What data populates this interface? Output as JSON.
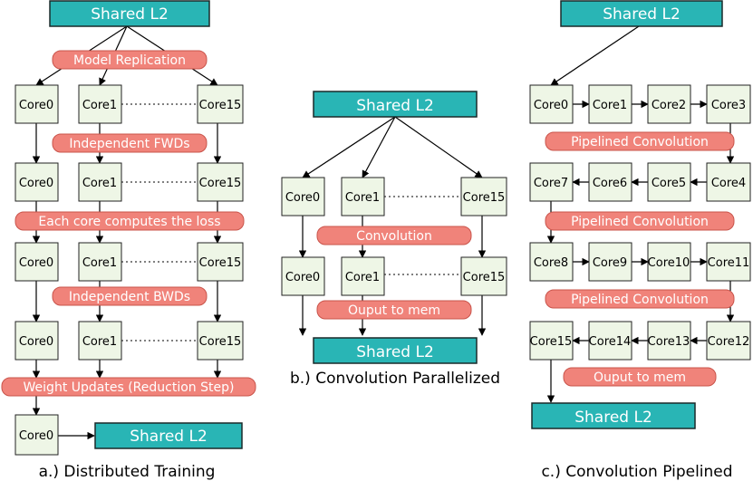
{
  "panel_a": {
    "caption": "a.) Distributed Training",
    "top_l2": "Shared L2",
    "bottom_l2": "Shared L2",
    "steps": [
      "Model Replication",
      "Independent FWDs",
      "Each core computes the loss",
      "Independent BWDs",
      "Weight Updates (Reduction Step)"
    ],
    "cores": [
      "Core0",
      "Core1",
      "Core15"
    ],
    "final_core": "Core0"
  },
  "panel_b": {
    "caption": "b.) Convolution Parallelized",
    "top_l2": "Shared L2",
    "bottom_l2": "Shared L2",
    "steps": [
      "Convolution",
      "Ouput to mem"
    ],
    "cores": [
      "Core0",
      "Core1",
      "Core15"
    ]
  },
  "panel_c": {
    "caption": "c.) Convolution Pipelined",
    "top_l2": "Shared L2",
    "bottom_l2": "Shared L2",
    "steps": [
      "Pipelined Convolution",
      "Pipelined Convolution",
      "Pipelined Convolution",
      "Ouput to mem"
    ],
    "rows": [
      [
        "Core0",
        "Core1",
        "Core2",
        "Core3"
      ],
      [
        "Core7",
        "Core6",
        "Core5",
        "Core4"
      ],
      [
        "Core8",
        "Core9",
        "Core10",
        "Core11"
      ],
      [
        "Core15",
        "Core14",
        "Core13",
        "Core12"
      ]
    ]
  },
  "colors": {
    "l2": "#29b5b5",
    "core": "#eef6e6",
    "step": "#f0837a"
  }
}
